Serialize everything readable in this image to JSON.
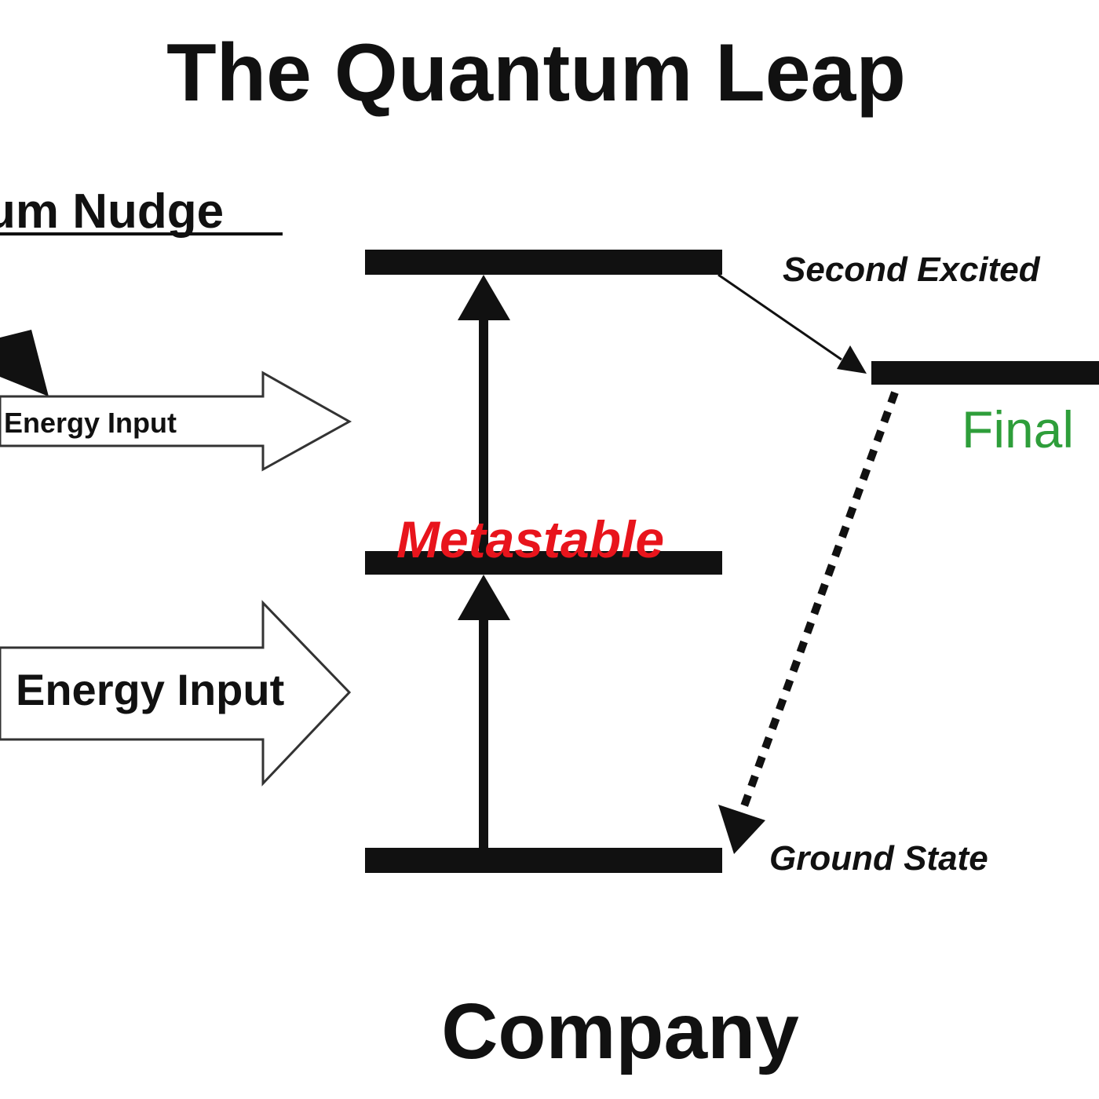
{
  "title": "The Quantum Leap",
  "nudge_label": "um Nudge",
  "small_arrow_label": "Energy Input",
  "large_arrow_label": "Energy Input",
  "second_excited_label": "Second Excited",
  "metastable_label": "Metastable",
  "final_label": "Final",
  "ground_label": "Ground State",
  "footer": "Company",
  "colors": {
    "metastable": "#e8141c",
    "final": "#2e9e3a",
    "lines": "#111111"
  }
}
